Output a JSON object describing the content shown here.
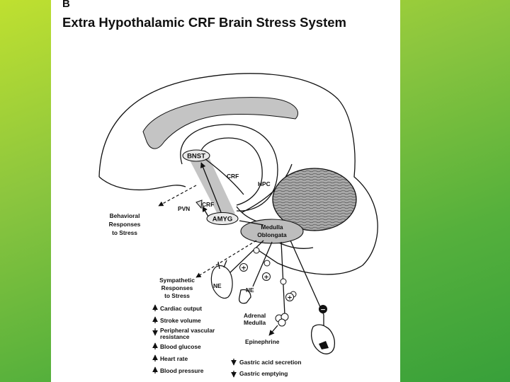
{
  "panel_letter": "B",
  "title": "Extra Hypothalamic CRF Brain Stress System",
  "labels": {
    "bnst": "BNST",
    "crf_upper": "CRF",
    "hpc": "HPC",
    "crf_lower": "CRF",
    "pvn": "PVN",
    "amyg": "AMYG",
    "medulla_line1": "Medulla",
    "medulla_line2": "Oblongata",
    "ne_heart": "NE",
    "ne_right": "NE",
    "adrenal_line1": "Adrenal",
    "adrenal_line2": "Medulla",
    "epinephrine": "Epinephrine"
  },
  "behavioral": [
    "Behavioral",
    "Responses",
    "to Stress"
  ],
  "sympathetic": [
    "Sympathetic",
    "Responses",
    "to Stress"
  ],
  "signs": {
    "plus": "+",
    "minus": "−"
  },
  "effects_left": [
    {
      "direction": "up",
      "lines": [
        "Cardiac output"
      ]
    },
    {
      "direction": "up",
      "lines": [
        "Stroke volume"
      ]
    },
    {
      "direction": "down",
      "lines": [
        "Peripheral vascular",
        "resistance"
      ]
    },
    {
      "direction": "up",
      "lines": [
        "Blood glucose"
      ]
    },
    {
      "direction": "up",
      "lines": [
        "Heart rate"
      ]
    },
    {
      "direction": "up",
      "lines": [
        "Blood pressure"
      ]
    }
  ],
  "effects_right": [
    {
      "direction": "down",
      "lines": [
        "Gastric acid secretion"
      ]
    },
    {
      "direction": "down",
      "lines": [
        "Gastric emptying"
      ]
    }
  ],
  "colors": {
    "background_gradient": [
      "#bfe030",
      "#38a03a"
    ],
    "shading": "#c4c4c4",
    "cerebellum": "#a9a9a9",
    "medulla": "#bdbdbd"
  }
}
